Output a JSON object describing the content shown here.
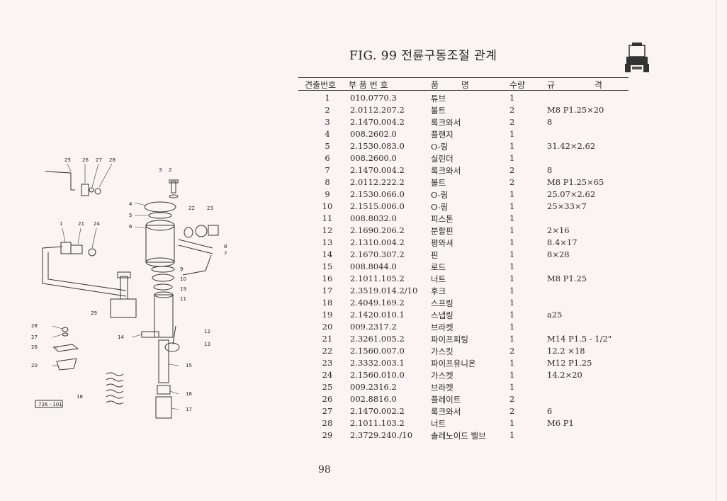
{
  "header": {
    "title": "FIG. 99 전륜구동조절 관계"
  },
  "table": {
    "columns": [
      "견출번호",
      "부 품 번 호",
      "품 명",
      "수량",
      "규 격"
    ],
    "rows": [
      {
        "no": "1",
        "part": "010.0770.3",
        "name": "튜브",
        "qty": "1",
        "spec": ""
      },
      {
        "no": "2",
        "part": "2.0112.207.2",
        "name": "볼트",
        "qty": "2",
        "spec": "M8 P1.25×20"
      },
      {
        "no": "3",
        "part": "2.1470.004.2",
        "name": "록크와서",
        "qty": "2",
        "spec": "8"
      },
      {
        "no": "4",
        "part": "008.2602.0",
        "name": "플랜지",
        "qty": "1",
        "spec": ""
      },
      {
        "no": "5",
        "part": "2.1530.083.0",
        "name": "O-링",
        "qty": "1",
        "spec": "31.42×2.62"
      },
      {
        "no": "6",
        "part": "008.2600.0",
        "name": "실린더",
        "qty": "1",
        "spec": ""
      },
      {
        "no": "7",
        "part": "2.1470.004.2",
        "name": "록크와서",
        "qty": "2",
        "spec": "8"
      },
      {
        "no": "8",
        "part": "2.0112.222.2",
        "name": "볼트",
        "qty": "2",
        "spec": "M8 P1.25×65"
      },
      {
        "no": "9",
        "part": "2.1530.066.0",
        "name": "O-링",
        "qty": "1",
        "spec": "25.07×2.62"
      },
      {
        "no": "10",
        "part": "2.1515.006.0",
        "name": "O-링",
        "qty": "1",
        "spec": "25×33×7"
      },
      {
        "no": "11",
        "part": "008.8032.0",
        "name": "피스톤",
        "qty": "1",
        "spec": ""
      },
      {
        "no": "12",
        "part": "2.1690.206.2",
        "name": "분할핀",
        "qty": "1",
        "spec": "2×16"
      },
      {
        "no": "13",
        "part": "2.1310.004.2",
        "name": "평와셔",
        "qty": "1",
        "spec": "8.4×17"
      },
      {
        "no": "14",
        "part": "2.1670.307.2",
        "name": "핀",
        "qty": "1",
        "spec": "8×28"
      },
      {
        "no": "15",
        "part": "008.8044.0",
        "name": "로드",
        "qty": "1",
        "spec": ""
      },
      {
        "no": "16",
        "part": "2.1011.105.2",
        "name": "너트",
        "qty": "1",
        "spec": "M8 P1.25"
      },
      {
        "no": "17",
        "part": "2.3519.014.2/10",
        "name": "후크",
        "qty": "1",
        "spec": ""
      },
      {
        "no": "18",
        "part": "2.4049.169.2",
        "name": "스프링",
        "qty": "1",
        "spec": ""
      },
      {
        "no": "19",
        "part": "2.1420.010.1",
        "name": "스냅링",
        "qty": "1",
        "spec": "a25"
      },
      {
        "no": "20",
        "part": "009.2317.2",
        "name": "브라켓",
        "qty": "1",
        "spec": ""
      },
      {
        "no": "21",
        "part": "2.3261.005.2",
        "name": "파이프피팅",
        "qty": "1",
        "spec": "M14 P1.5 - 1/2\""
      },
      {
        "no": "22",
        "part": "2.1560.007.0",
        "name": "가스킷",
        "qty": "2",
        "spec": "12.2 ×18"
      },
      {
        "no": "23",
        "part": "2.3332.003.1",
        "name": "파이프유니온",
        "qty": "1",
        "spec": "M12 P1.25"
      },
      {
        "no": "24",
        "part": "2.1560.010.0",
        "name": "가스켓",
        "qty": "1",
        "spec": "14.2×20"
      },
      {
        "no": "25",
        "part": "009.2316.2",
        "name": "브라켓",
        "qty": "1",
        "spec": ""
      },
      {
        "no": "26",
        "part": "002.8816.0",
        "name": "플레이트",
        "qty": "2",
        "spec": ""
      },
      {
        "no": "27",
        "part": "2.1470.002.2",
        "name": "록크와서",
        "qty": "2",
        "spec": "6"
      },
      {
        "no": "28",
        "part": "2.1011.103.2",
        "name": "너트",
        "qty": "1",
        "spec": "M6 P1"
      },
      {
        "no": "29",
        "part": "2.3729.240./10",
        "name": "솔레노이드 밸브",
        "qty": "1",
        "spec": ""
      }
    ]
  },
  "diagram": {
    "reference": "726 - 101",
    "callouts": [
      "25",
      "26",
      "27",
      "28",
      "3",
      "2",
      "4",
      "5",
      "6",
      "22",
      "23",
      "1",
      "21",
      "24",
      "8",
      "7",
      "9",
      "10",
      "19",
      "11",
      "29",
      "28",
      "27",
      "26",
      "20",
      "14",
      "12",
      "13",
      "15",
      "18",
      "16",
      "17"
    ]
  },
  "footer": {
    "page_number": "98"
  }
}
